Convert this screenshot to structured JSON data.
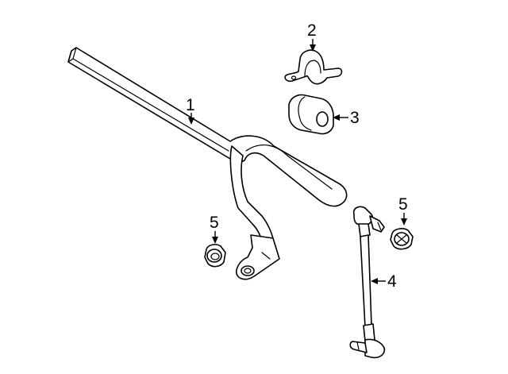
{
  "callouts": {
    "c1": "1",
    "c2": "2",
    "c3": "3",
    "c4": "4",
    "c5a": "5",
    "c5b": "5"
  },
  "colors": {
    "line": "#000000",
    "background": "#ffffff"
  }
}
